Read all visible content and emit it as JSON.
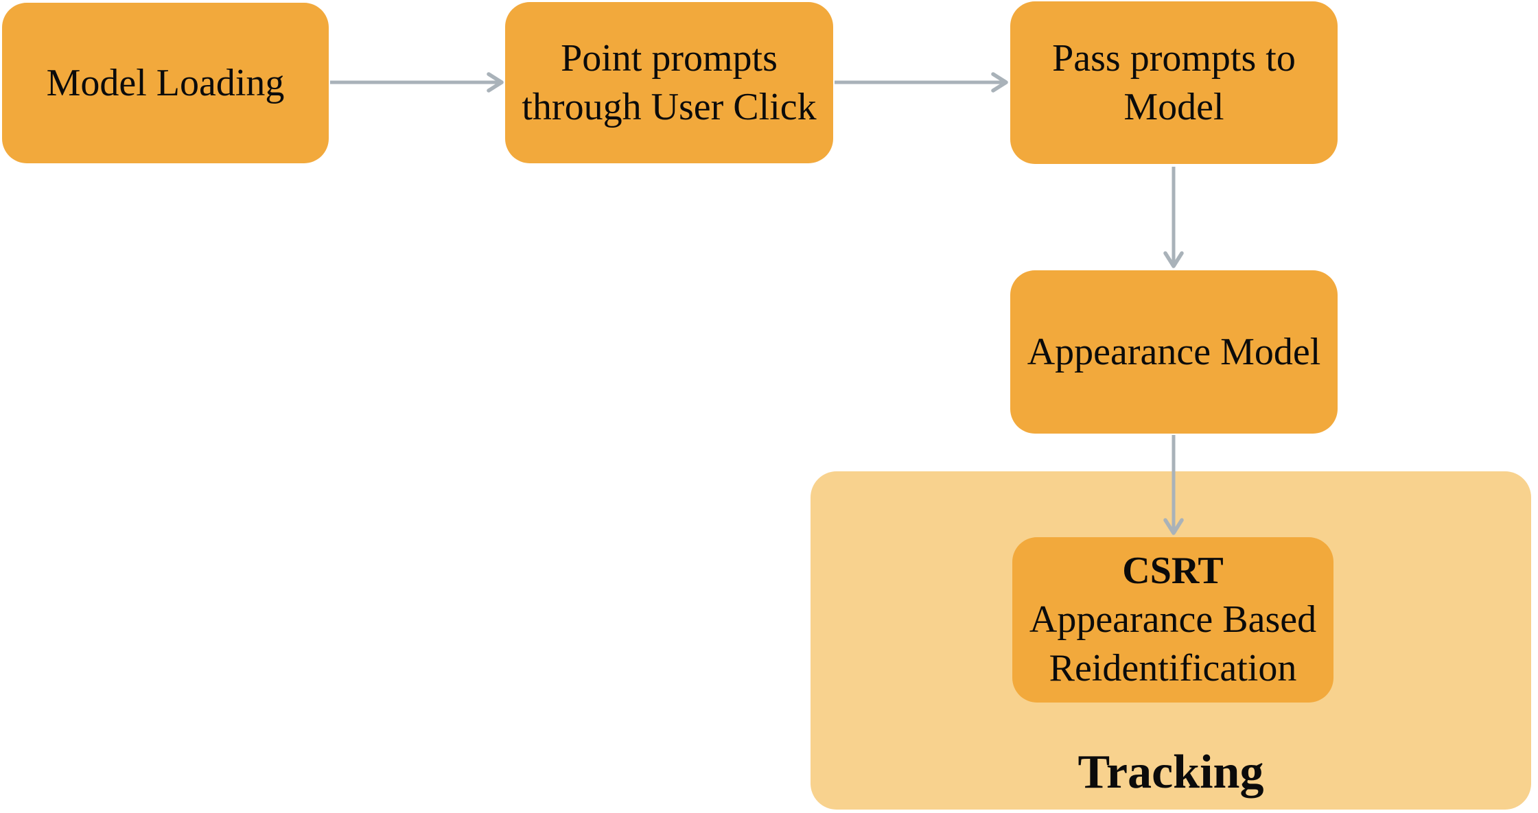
{
  "diagram": {
    "type": "flowchart",
    "background_color": "#ffffff",
    "colors": {
      "node_fill": "#F2A93C",
      "group_fill": "#F8D28E",
      "arrow": "#A9B2B9",
      "text": "#0B0B0B"
    },
    "nodes": [
      {
        "id": "model-loading",
        "label": "Model Loading"
      },
      {
        "id": "point-prompts",
        "label": "Point prompts\nthrough User Click"
      },
      {
        "id": "pass-prompts",
        "label": "Pass prompts to\nModel"
      },
      {
        "id": "appearance-model",
        "label": "Appearance Model"
      },
      {
        "id": "csrt",
        "title": "CSRT",
        "label": "Appearance Based\nReidentification"
      }
    ],
    "group": {
      "id": "tracking",
      "label": "Tracking",
      "contains": [
        "csrt"
      ]
    },
    "edges": [
      {
        "from": "model-loading",
        "to": "point-prompts",
        "direction": "right"
      },
      {
        "from": "point-prompts",
        "to": "pass-prompts",
        "direction": "right"
      },
      {
        "from": "pass-prompts",
        "to": "appearance-model",
        "direction": "down"
      },
      {
        "from": "appearance-model",
        "to": "csrt",
        "direction": "down"
      }
    ]
  }
}
